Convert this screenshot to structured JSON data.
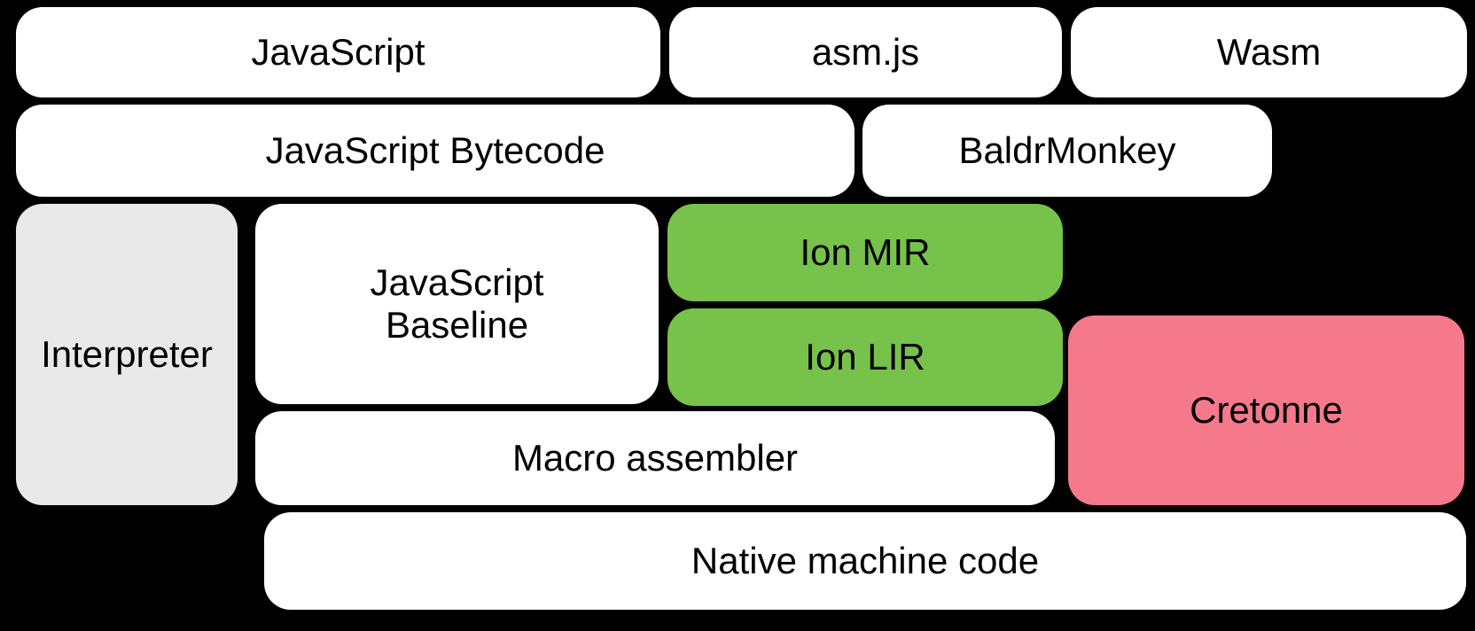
{
  "colors": {
    "background": "#000000",
    "box_white": "#ffffff",
    "box_gray": "#e9e9e9",
    "box_green": "#76c24a",
    "box_pink": "#f5798b",
    "text": "#000000"
  },
  "nodes": {
    "javascript": {
      "label": "JavaScript",
      "color": "box_white"
    },
    "asmjs": {
      "label": "asm.js",
      "color": "box_white"
    },
    "wasm": {
      "label": "Wasm",
      "color": "box_white"
    },
    "bytecode": {
      "label": "JavaScript Bytecode",
      "color": "box_white"
    },
    "baldrmonkey": {
      "label": "BaldrMonkey",
      "color": "box_white"
    },
    "interpreter": {
      "label": "Interpreter",
      "color": "box_gray"
    },
    "baseline": {
      "label": "JavaScript Baseline",
      "color": "box_white"
    },
    "ion_mir": {
      "label": "Ion MIR",
      "color": "box_green"
    },
    "ion_lir": {
      "label": "Ion LIR",
      "color": "box_green"
    },
    "cretonne": {
      "label": "Cretonne",
      "color": "box_pink"
    },
    "macro_assembler": {
      "label": "Macro assembler",
      "color": "box_white"
    },
    "native": {
      "label": "Native machine code",
      "color": "box_white"
    }
  }
}
